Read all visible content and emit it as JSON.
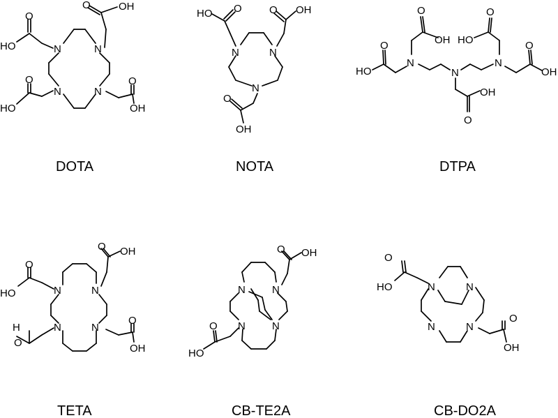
{
  "compounds": [
    {
      "key": "dota",
      "name": "DOTA"
    },
    {
      "key": "nota",
      "name": "NOTA"
    },
    {
      "key": "dtpa",
      "name": "DTPA"
    },
    {
      "key": "teta",
      "name": "TETA"
    },
    {
      "key": "cbte2a",
      "name": "CB-TE2A"
    },
    {
      "key": "cbdo2a",
      "name": "CB-DO2A"
    }
  ],
  "atom_labels": {
    "nitrogen": "N",
    "hydroxyl_right": "OH",
    "hydroxyl_left": "HO",
    "oxygen": "O",
    "hydrogen": "H"
  },
  "colors": {
    "ink": "#000000",
    "background": "#ffffff"
  }
}
